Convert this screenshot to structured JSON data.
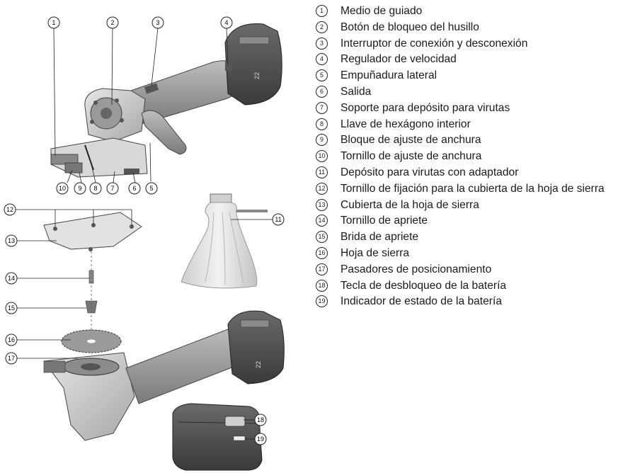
{
  "figure": {
    "callouts": {
      "c1": "1",
      "c2": "2",
      "c3": "3",
      "c4": "4",
      "c5": "5",
      "c6": "6",
      "c7": "7",
      "c8": "8",
      "c9": "9",
      "c10": "10",
      "c11": "11",
      "c12": "12",
      "c13": "13",
      "c14": "14",
      "c15": "15",
      "c16": "16",
      "c17": "17",
      "c18": "18",
      "c19": "19"
    },
    "battery_label": "22"
  },
  "legend": [
    {
      "num": "1",
      "text": "Medio de guiado"
    },
    {
      "num": "2",
      "text": "Botón de bloqueo del husillo"
    },
    {
      "num": "3",
      "text": "Interruptor de conexión y desconexión"
    },
    {
      "num": "4",
      "text": "Regulador de velocidad"
    },
    {
      "num": "5",
      "text": "Empuñadura lateral"
    },
    {
      "num": "6",
      "text": "Salida"
    },
    {
      "num": "7",
      "text": "Soporte para depósito para virutas"
    },
    {
      "num": "8",
      "text": "Llave de hexágono interior"
    },
    {
      "num": "9",
      "text": "Bloque de ajuste de anchura"
    },
    {
      "num": "10",
      "text": "Tornillo de ajuste de anchura"
    },
    {
      "num": "11",
      "text": "Depósito para virutas con adaptador"
    },
    {
      "num": "12",
      "text": "Tornillo de fijación para la cubierta de la hoja de sierra"
    },
    {
      "num": "13",
      "text": "Cubierta de la hoja de sierra"
    },
    {
      "num": "14",
      "text": "Tornillo de apriete"
    },
    {
      "num": "15",
      "text": "Brida de apriete"
    },
    {
      "num": "16",
      "text": "Hoja de sierra"
    },
    {
      "num": "17",
      "text": "Pasadores de posicionamiento"
    },
    {
      "num": "18",
      "text": "Tecla de desbloqueo de la batería"
    },
    {
      "num": "19",
      "text": "Indicador de estado de la batería"
    }
  ]
}
